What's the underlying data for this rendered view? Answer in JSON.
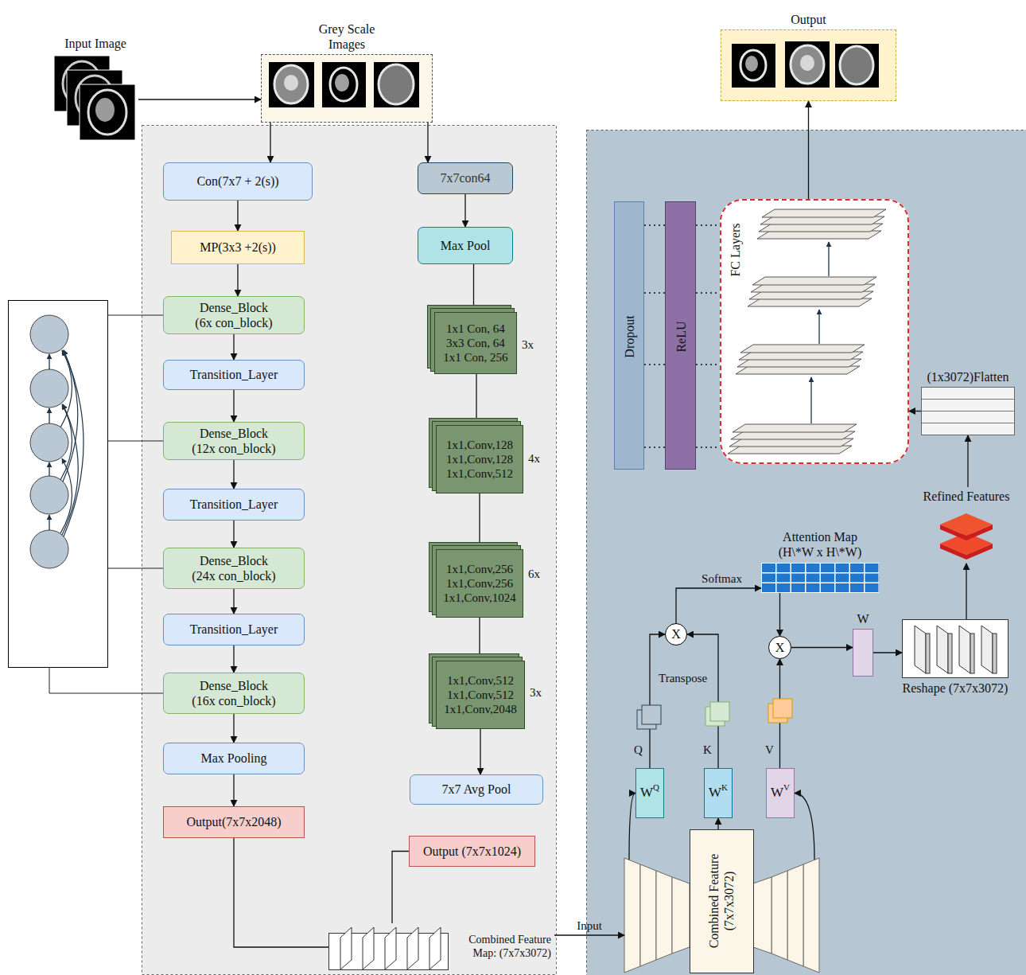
{
  "diagram": {
    "nodes": [
      {
        "text": [
          "Input Image"
        ]
      },
      {
        "text": [
          "Grey Scale Images"
        ]
      },
      {
        "text": [
          "Output"
        ]
      },
      {
        "text": [
          "Con(7x7 + 2(s))"
        ]
      },
      {
        "text": [
          "MP(3x3 +2(s))"
        ]
      },
      {
        "text": [
          "Dense_Block",
          "(6x con_block)"
        ]
      },
      {
        "text": [
          "Transition_Layer"
        ]
      },
      {
        "text": [
          "Dense_Block",
          "(12x con_block)"
        ]
      },
      {
        "text": [
          "Transition_Layer"
        ]
      },
      {
        "text": [
          "Dense_Block",
          "(24x con_block)"
        ]
      },
      {
        "text": [
          "Transition_Layer"
        ]
      },
      {
        "text": [
          "Dense_Block",
          "(16x con_block)"
        ]
      },
      {
        "text": [
          "Max Pooling"
        ]
      },
      {
        "text": [
          "Output(7x7x2048)"
        ]
      },
      {
        "text": [
          "7x7con64"
        ]
      },
      {
        "text": [
          "Max Pool"
        ]
      },
      {
        "text": [
          "1x1 Con, 64",
          "3x3 Con, 64",
          "1x1 Con, 256"
        ]
      },
      {
        "text": [
          "1x1,Conv,128",
          "1x1,Conv,128",
          "1x1,Conv,512"
        ]
      },
      {
        "text": [
          "1x1,Conv,256",
          "1x1,Conv,256",
          "1x1,Conv,1024"
        ]
      },
      {
        "text": [
          "1x1,Conv,512",
          "1x1,Conv,512",
          "1x1,Conv,2048"
        ]
      },
      {
        "text": [
          "7x7 Avg Pool"
        ]
      },
      {
        "text": [
          "Output (7x7x1024)"
        ]
      },
      {
        "text": [
          "Combined Feature Map: (7x7x3072)"
        ]
      },
      {
        "text": [
          "Dropout"
        ]
      },
      {
        "text": [
          "ReLU"
        ]
      },
      {
        "text": [
          "FC Layers"
        ]
      },
      {
        "text": [
          "(1x3072)Flatten"
        ]
      },
      {
        "text": [
          "Refined Features"
        ]
      },
      {
        "text": [
          "Attention Map (H\\*W x H\\*W)"
        ]
      },
      {
        "text": [
          "X"
        ]
      },
      {
        "text": [
          "X"
        ]
      },
      {
        "text": [
          "W"
        ]
      },
      {
        "text": [
          "Reshape (7x7x3072)"
        ]
      },
      {
        "text": [
          "Combined Feature (7x7x3072)"
        ]
      },
      {
        "text": [
          "W",
          "Q"
        ]
      },
      {
        "text": [
          "W",
          "K"
        ]
      },
      {
        "text": [
          "W",
          "V"
        ]
      }
    ],
    "edges": [
      {
        "from": 0,
        "to": 1,
        "arrow": "to"
      },
      {
        "from": 1,
        "to": 3,
        "arrow": "to"
      },
      {
        "from": 1,
        "to": 14,
        "arrow": "to"
      },
      {
        "from": 3,
        "to": 4,
        "arrow": "to"
      },
      {
        "from": 4,
        "to": 5,
        "arrow": "to"
      },
      {
        "from": 5,
        "to": 6,
        "arrow": "to"
      },
      {
        "from": 6,
        "to": 7,
        "arrow": "to"
      },
      {
        "from": 7,
        "to": 8,
        "arrow": "to"
      },
      {
        "from": 8,
        "to": 9,
        "arrow": "to"
      },
      {
        "from": 9,
        "to": 10,
        "arrow": "to"
      },
      {
        "from": 10,
        "to": 11,
        "arrow": "to"
      },
      {
        "from": 11,
        "to": 12,
        "arrow": "to"
      },
      {
        "from": 12,
        "to": 13,
        "arrow": "to"
      },
      {
        "from": 14,
        "to": 15,
        "arrow": "to"
      },
      {
        "from": 15,
        "to": 16,
        "arrow": "to"
      },
      {
        "from": 16,
        "to": 17,
        "arrow": "to"
      },
      {
        "from": 17,
        "to": 18,
        "arrow": "to"
      },
      {
        "from": 18,
        "to": 19,
        "arrow": "to"
      },
      {
        "from": 19,
        "to": 20,
        "arrow": "to"
      },
      {
        "from": 13,
        "to": 22,
        "arrow": "none"
      },
      {
        "from": 21,
        "to": 22,
        "arrow": "none"
      },
      {
        "from": 22,
        "to": 33,
        "label": "Input",
        "arrow": "to"
      },
      {
        "from": 33,
        "to": 34,
        "arrow": "to"
      },
      {
        "from": 33,
        "to": 35,
        "arrow": "to"
      },
      {
        "from": 33,
        "to": 36,
        "arrow": "to"
      },
      {
        "from": 34,
        "to": 29,
        "arrow": "to"
      },
      {
        "from": 35,
        "to": 29,
        "arrow": "to"
      },
      {
        "from": 36,
        "to": 30,
        "arrow": "to"
      },
      {
        "from": 29,
        "to": 28,
        "label": "Softmax",
        "arrow": "to"
      },
      {
        "from": 28,
        "to": 30,
        "arrow": "to"
      },
      {
        "from": 30,
        "to": 31,
        "arrow": "to"
      },
      {
        "from": 31,
        "to": 32,
        "arrow": "to"
      },
      {
        "from": 32,
        "to": 27,
        "arrow": "to"
      },
      {
        "from": 27,
        "to": 26,
        "arrow": "to"
      },
      {
        "from": 26,
        "to": 25,
        "arrow": "to"
      },
      {
        "from": 25,
        "to": 2,
        "arrow": "to"
      },
      {
        "from": 23,
        "to": 24,
        "arrow": "none"
      },
      {
        "from": 24,
        "to": 25,
        "arrow": "none"
      }
    ],
    "labels": [
      "3x",
      "4x",
      "6x",
      "3x",
      "Transpose",
      "Q",
      "K",
      "V"
    ]
  }
}
